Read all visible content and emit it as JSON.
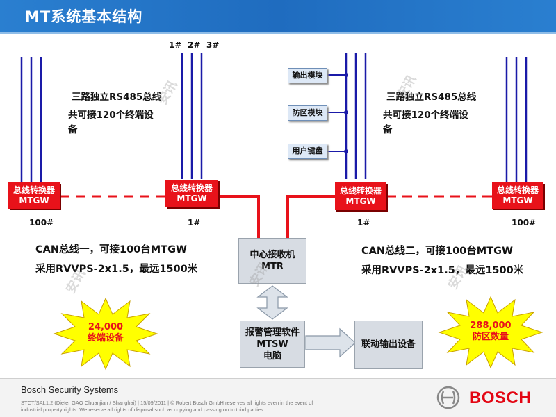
{
  "header": {
    "title": "MT系统基本结构"
  },
  "bus_numbers": [
    "1#",
    "2#",
    "3#"
  ],
  "modules": [
    "输出模块",
    "防区模块",
    "用户键盘"
  ],
  "rs485_left": {
    "line1": "三路独立RS485总线",
    "line2": "共可接120个终端设",
    "line3": "备"
  },
  "rs485_right": {
    "line1": "三路独立RS485总线",
    "line2": "共可接120个终端设",
    "line3": "备"
  },
  "mtgw": {
    "line1": "总线转换器",
    "line2": "MTGW"
  },
  "mtgw_numbers": {
    "left_far": "100#",
    "left_near": "1#",
    "right_near": "1#",
    "right_far": "100#"
  },
  "can_left": {
    "line1": "CAN总线一，可接100台MTGW",
    "line2": "采用RVVPS-2x1.5，最远1500米"
  },
  "can_right": {
    "line1": "CAN总线二，可接100台MTGW",
    "line2": "采用RVVPS-2x1.5，最远1500米"
  },
  "mtr": {
    "line1": "中心接收机",
    "line2": "MTR"
  },
  "mtsw": {
    "line1": "报警管理软件",
    "line2": "MTSW",
    "line3": "电脑"
  },
  "linkage": {
    "label": "联动输出设备"
  },
  "burst_left": {
    "line1": "24,000",
    "line2": "终端设备"
  },
  "burst_right": {
    "line1": "288,000",
    "line2": "防区数量"
  },
  "watermark": "安讯",
  "footer": {
    "company": "Bosch Security Systems",
    "legal": "STCT/SAL1.2 (Dieter GAO Chuanjian / Shanghai) | 15/09/2011 | © Robert Bosch GmbH reserves all rights even in the event of industrial property rights. We reserve all rights of disposal such as copying and passing on to third parties.",
    "brand": "BOSCH"
  },
  "colors": {
    "header": "#1f6cbf",
    "bus_line": "#1a1aa8",
    "red": "#e8121a",
    "burst_fill": "#ffff00"
  }
}
